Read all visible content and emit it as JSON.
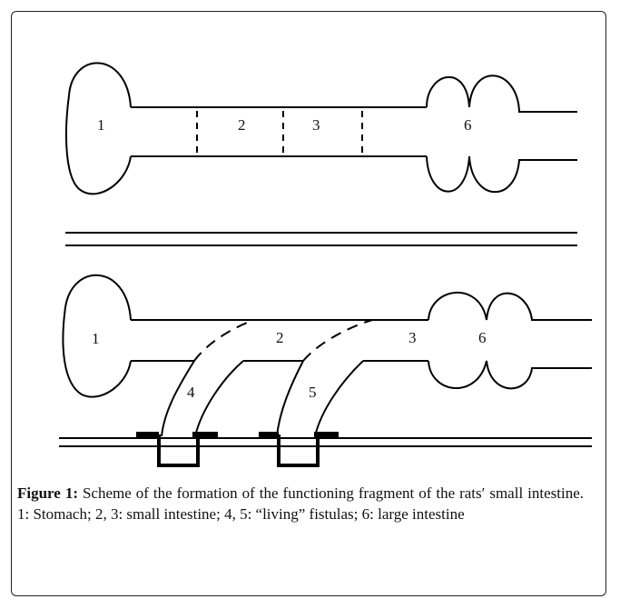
{
  "diagram": {
    "top_labels": [
      "1",
      "2",
      "3",
      "6"
    ],
    "bottom_labels": [
      "1",
      "2",
      "3",
      "6",
      "4",
      "5"
    ]
  },
  "caption": {
    "label": "Figure 1:",
    "text": "Scheme of the formation of the functioning fragment of the rats′ small intestine. 1: Stomach; 2, 3: small intestine; 4, 5: “living” fistulas; 6: large intestine"
  }
}
